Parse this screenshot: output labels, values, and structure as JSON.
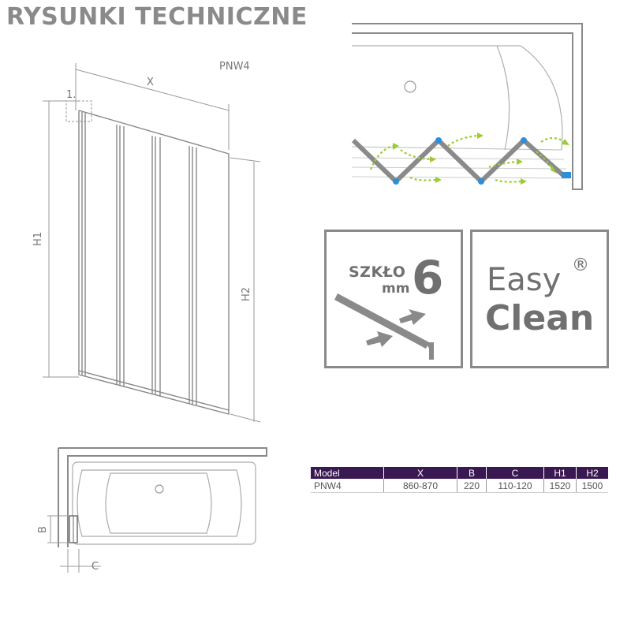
{
  "title": "RYSUNKI TECHNICZNE",
  "front_view": {
    "model_label": "PNW4",
    "dim_x": "X",
    "dim_h1": "H1",
    "dim_h2": "H2",
    "detail_marker": "1."
  },
  "top_view": {
    "dim_b": "B",
    "dim_c": "C"
  },
  "badges": {
    "glass": {
      "word": "SZKŁO",
      "unit": "mm",
      "value": "6"
    },
    "easy_clean": {
      "line1": "Easy",
      "mark": "®",
      "line2": "Clean"
    }
  },
  "colors": {
    "frame_gray": "#8a8a8a",
    "fold_arrow_green": "#9acd32",
    "hinge_blue": "#2e8fd6",
    "table_header": "#3a1852"
  },
  "spec_table": {
    "headers": [
      "Model",
      "X",
      "B",
      "C",
      "H1",
      "H2"
    ],
    "rows": [
      [
        "PNW4",
        "860-870",
        "220",
        "110-120",
        "1520",
        "1500"
      ]
    ]
  }
}
